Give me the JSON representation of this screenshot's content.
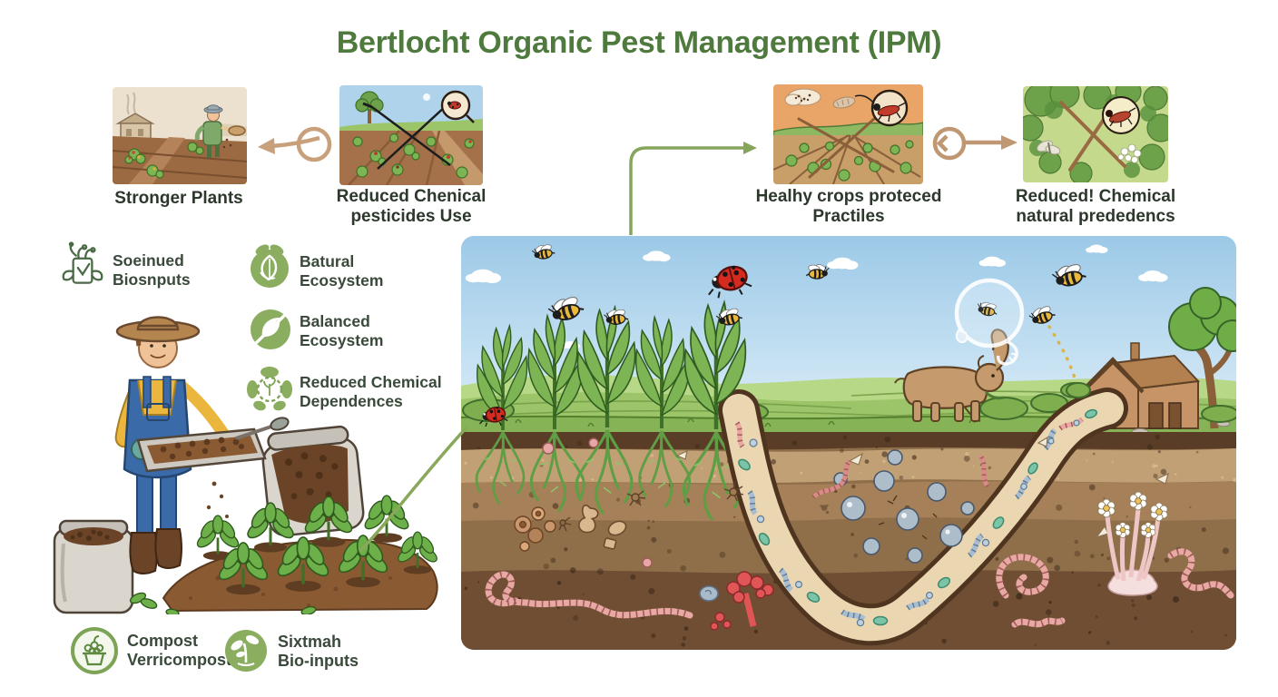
{
  "title": "Bertlocht Organic Pest Management (IPM)",
  "colors": {
    "title_green": "#4e7a3e",
    "text_dark": "#2d382c",
    "accent_green": "#8aad5f",
    "arrow_tan": "#c8a07b",
    "arrow_green": "#85a65a",
    "sky_blue": "#a3cce8",
    "soil_brown": "#8f6e4a",
    "channel_cream": "#ead7b1"
  },
  "flow": {
    "panels": [
      {
        "scene": "farmer-sowing-field",
        "caption1": "Stronger Plants",
        "caption2": ""
      },
      {
        "scene": "field-pesticide-crossed-out",
        "caption1": "Reduced Chenical",
        "caption2": "pesticides Use"
      },
      {
        "scene": "pest-monitoring-field",
        "caption1": "Healhy crops proteced",
        "caption2": "Practiles"
      },
      {
        "scene": "natural-predators-foliage",
        "caption1": "Reduced! Chemical",
        "caption2": "natural prededencs"
      }
    ],
    "arrows": [
      "circle-arrow-left",
      "green-elbow-arrow",
      "circle-arrow-right"
    ]
  },
  "benefits": [
    {
      "icon": "bio-inputs-jar-icon",
      "line1": "Soeinued",
      "line2": "Biosnputs"
    },
    {
      "icon": "natural-ecosystem-leaf-icon",
      "line1": "Batural",
      "line2": "Ecosystem"
    },
    {
      "icon": "balanced-ecosystem-leaf-slash-icon",
      "line1": "Balanced",
      "line2": "Ecosystem"
    },
    {
      "icon": "reduced-chemical-badge-icon",
      "line1": "Reduced Chemical",
      "line2": "Dependences"
    }
  ],
  "legend": [
    {
      "icon": "compost-pot-circle-icon",
      "line1": "Compost",
      "line2": "Verricompost"
    },
    {
      "icon": "seedling-circle-icon",
      "line1": "Sixtmah",
      "line2": "Bio-inputs"
    }
  ]
}
